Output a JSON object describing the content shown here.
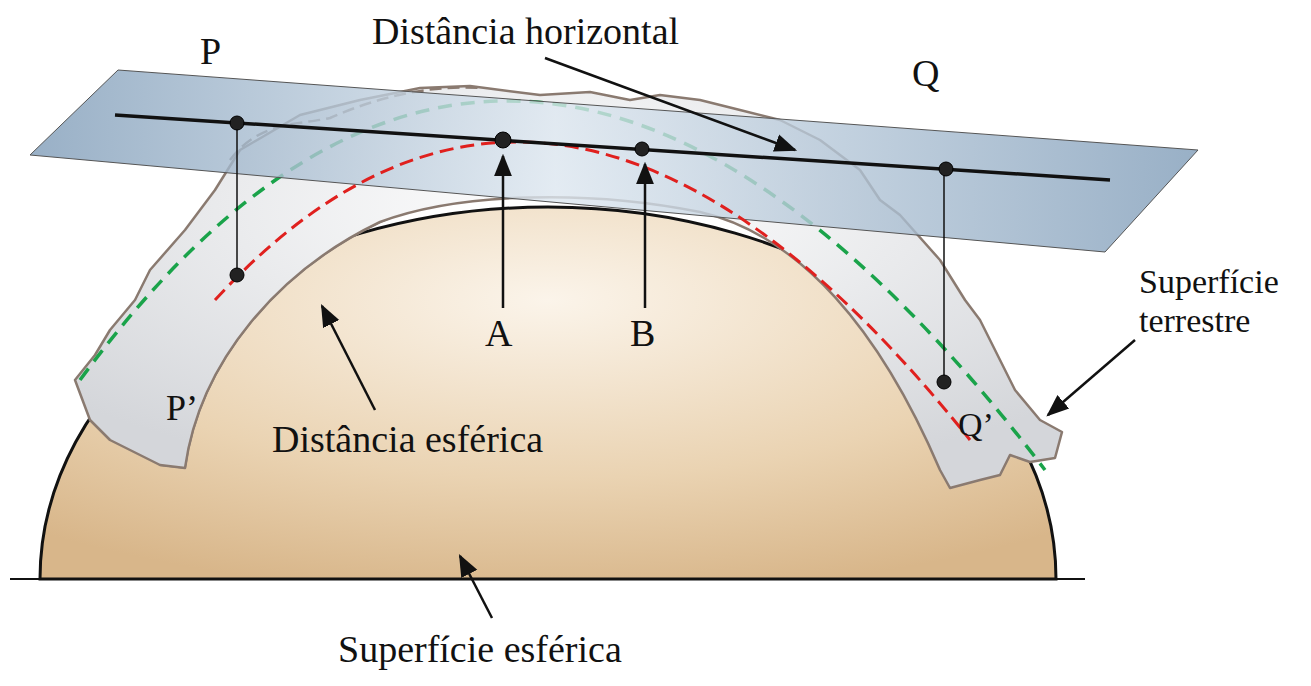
{
  "diagram": {
    "labels": [
      "Distância horizontal",
      "P",
      "Q",
      "P’",
      "A",
      "B",
      "Q’",
      "Superfície terrestre",
      "Distância esférica",
      "Superfície esférica"
    ]
  }
}
